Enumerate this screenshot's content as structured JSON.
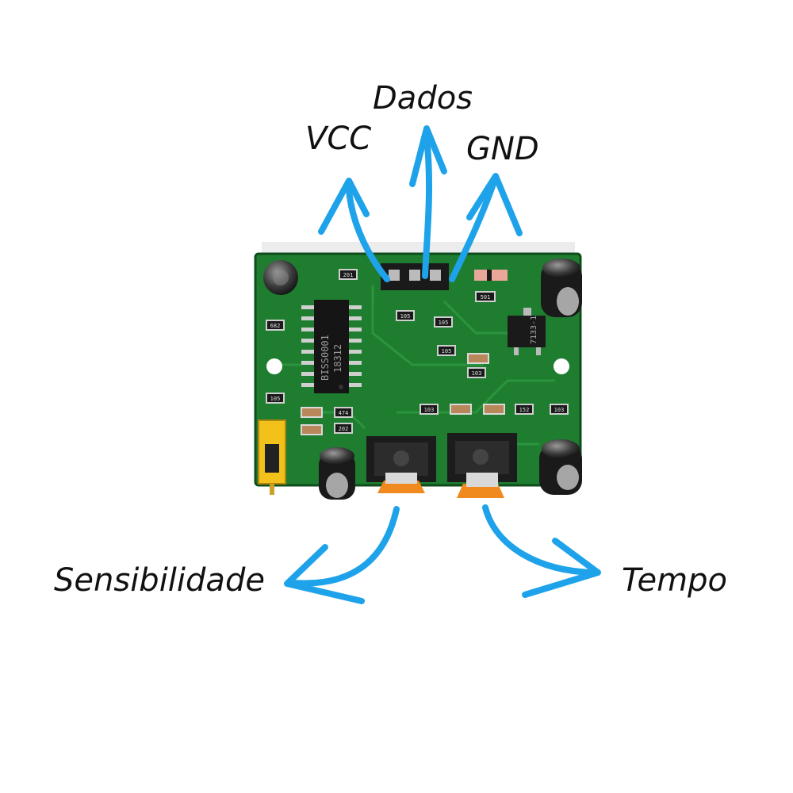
{
  "labels": {
    "dados": "Dados",
    "vcc": "VCC",
    "gnd": "GND",
    "sensitivity": "Sensibilidade",
    "time": "Tempo"
  },
  "board": {
    "ic_marking_line1": "BISS0001",
    "ic_marking_line2": "18312",
    "regulator_marking": "7133-1",
    "resistor_codes": [
      "201",
      "682",
      "105",
      "105",
      "105",
      "103",
      "501",
      "474",
      "202",
      "105",
      "103",
      "152",
      "103"
    ]
  },
  "colors": {
    "arrow": "#1ea3ea",
    "pcb": "#1d7a2e",
    "pcb_dark": "#0f4d1b",
    "text": "#111111",
    "jumper": "#f2c21a",
    "pot_knob": "#f08a1e"
  }
}
